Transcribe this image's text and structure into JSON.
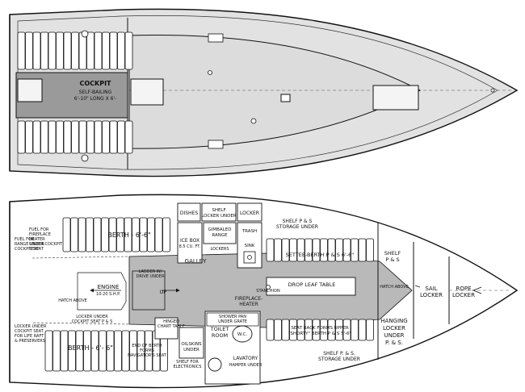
{
  "colors": {
    "hull_fill": "#e2e2e2",
    "cockpit_fill": "#9a9a9a",
    "sole_fill": "#b9b9b9",
    "line": "#111111",
    "cushion_fill": "#ffffff"
  },
  "deck_plan": {
    "cockpit_title": "COCKPIT",
    "cockpit_line1": "SELF-BAILING",
    "cockpit_line2": "6'-10\" LONG X 6'-"
  },
  "interior_plan": {
    "berth_port": "BERTH - 6'-6\"",
    "berth_stbd": "BERTH - 6'- 6\"",
    "dishes": "DISHES",
    "shelf_locker_1": "SHELF",
    "shelf_locker_2": "LOCKER UNDER",
    "locker": "LOCKER",
    "shelf_storage_top_1": "SHELF P & S",
    "shelf_storage_top_2": "STORAGE UNDER",
    "icebox_1": "ICE BOX",
    "icebox_2": "8.5 CU. FT.",
    "gimbaled_1": "GIMBALED",
    "gimbaled_2": "RANGE",
    "lockers": "LOCKERS",
    "trash": "TRASH",
    "sink": "SINK",
    "galley": "GALLEY",
    "settee_berth": "SETTEE-BERTH P & S 6'-6\"",
    "shelf_ps_1": "SHELF",
    "shelf_ps_2": "P & S",
    "fuel_range_1": "FUEL FOR",
    "fuel_range_2": "RANGE UNDER",
    "fuel_range_3": "COCKPIT SEAT",
    "fuel_fireplace_1": "FUEL FOR",
    "fuel_fireplace_2": "FIREPLACE",
    "fuel_fireplace_3": "HEATER",
    "fuel_fireplace_4": "UNDER COCKPIT",
    "fuel_fireplace_5": "SEAT",
    "ladder_1": "LADDER W/",
    "ladder_2": "DRIVE UNDER",
    "engine_1": "ENGINE",
    "engine_2": "10-20 S.H.P.",
    "up": "UP",
    "stanchion": "STANCHION",
    "drop_leaf": "DROP LEAF TABLE",
    "hatch_above_fwd": "HATCH ABOVE",
    "sail_locker_1": "SAIL",
    "sail_locker_2": "LOCKER",
    "rope_locker_1": "ROPE",
    "rope_locker_2": "LOCKER",
    "hatch_above_aft": "HATCH ABOVE",
    "fireplace_1": "FIREPLACE-",
    "fireplace_2": "HEATER",
    "locker_cockpit_1": "LOCKER UNDER",
    "locker_cockpit_2": "COCKPIT SEAT P & S",
    "locker_life_1": "LOCKER UNDER",
    "locker_life_2": "COCKPIT SEAT",
    "locker_life_3": "FOR LIFE RAFT",
    "locker_life_4": "& PRESERVERS",
    "hinged_1": "HINGED",
    "hinged_2": "CHART TABLE",
    "shower_1": "SHOWER PAN",
    "shower_2": "UNDER GRATE",
    "toilet_1": "TOILET",
    "toilet_2": "ROOM",
    "wc": "W.C.",
    "seat_back_1": "SEAT BACK FORMS UPPER",
    "seat_back_2": "\"SHORTY\" BERTH P & S 5'-6\"",
    "hanging_1": "HANGING",
    "hanging_2": "LOCKER",
    "hanging_3": "UNDER",
    "hanging_4": "P. & S.",
    "end_berth_1": "END OF BERTH",
    "end_berth_2": "FORMS",
    "end_berth_3": "NAVIGATOR'S SEAT",
    "oilskins_1": "OILSKINS",
    "oilskins_2": "UNDER",
    "shelf_electronics_1": "SHELF FOR",
    "shelf_electronics_2": "ELECTRONICS",
    "lavatory_1": "LAVATORY",
    "lavatory_2": "HAMPER UNDER",
    "shelf_storage_bot_1": "SHELF P. & S.",
    "shelf_storage_bot_2": "STORAGE UNDER"
  }
}
